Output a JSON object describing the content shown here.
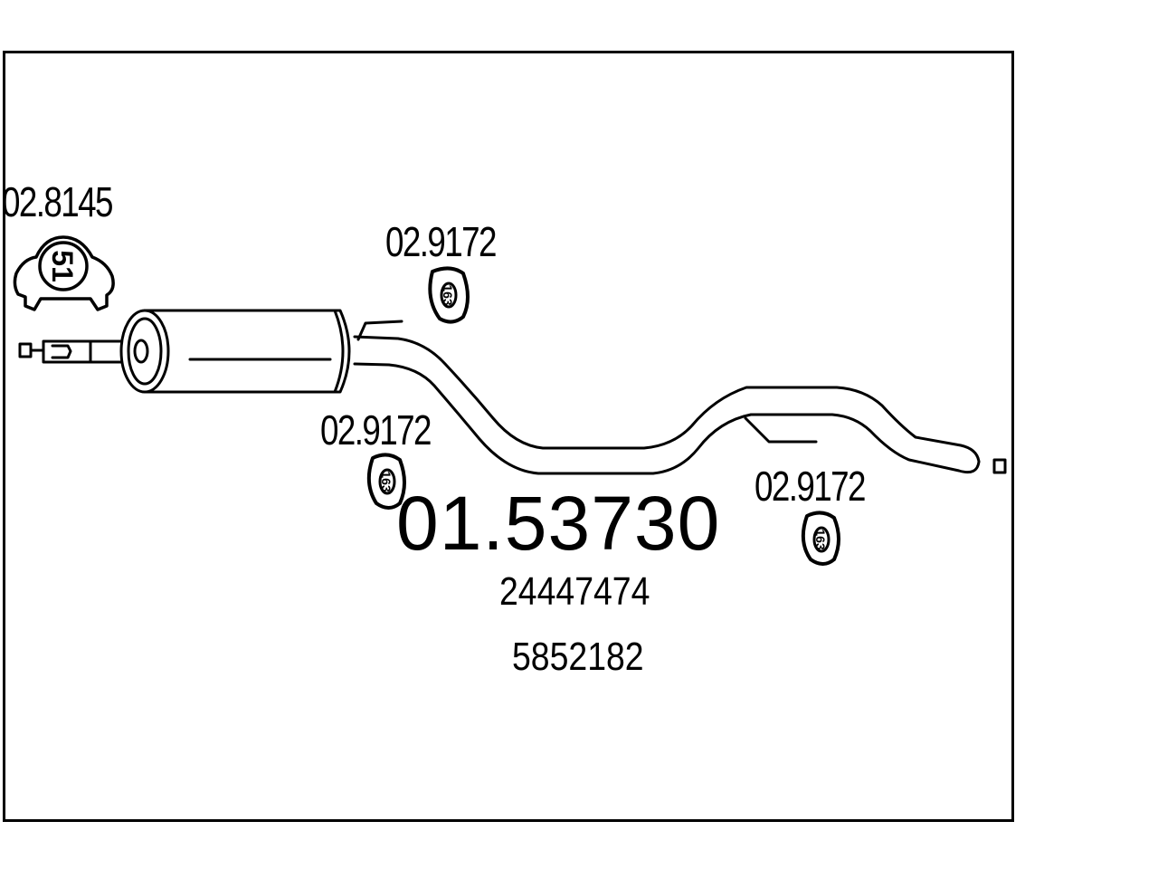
{
  "diagram": {
    "main_part_number": "01.53730",
    "oe_numbers": [
      "24447474",
      "5852182"
    ],
    "clamp": {
      "part_number": "02.8145",
      "size_label": "51"
    },
    "rubber_mounts": [
      {
        "part_number": "02.9172",
        "code": "163"
      },
      {
        "part_number": "02.9172",
        "code": "163"
      },
      {
        "part_number": "02.9172",
        "code": "163"
      }
    ]
  }
}
